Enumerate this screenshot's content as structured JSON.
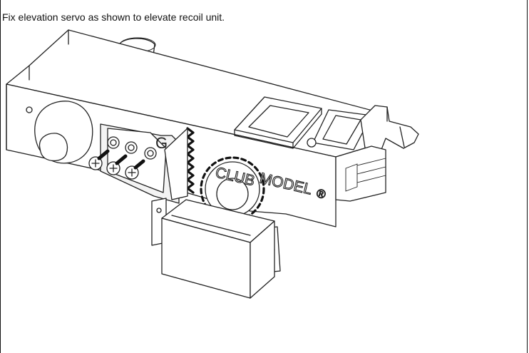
{
  "caption": "Fix elevation servo as shown to elevate recoil unit.",
  "illustration": {
    "brand_text": "MODEL",
    "brand_partial": "CLUB",
    "registered_mark": "®",
    "panel_letter": "G"
  }
}
